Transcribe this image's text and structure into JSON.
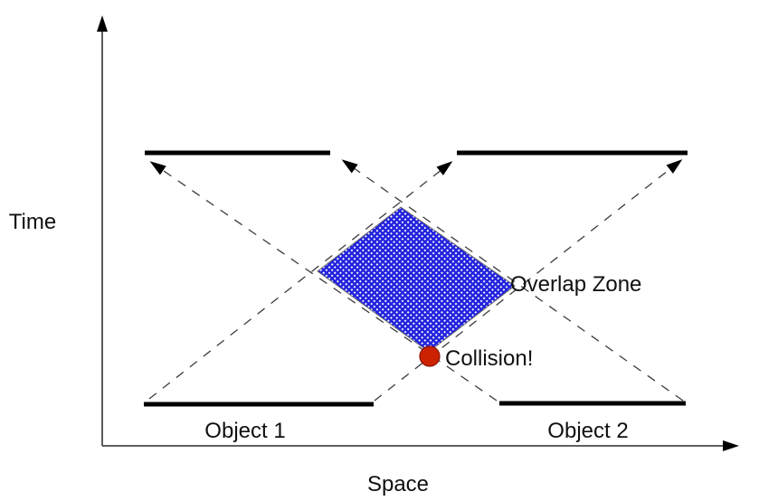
{
  "diagram": {
    "type": "space-time-collision-diagram",
    "axis": {
      "y_label": "Time",
      "x_label": "Space"
    },
    "objects": [
      {
        "label": "Object 1"
      },
      {
        "label": "Object 2"
      }
    ],
    "annotations": {
      "overlap_zone_label": "Overlap Zone",
      "collision_label": "Collision!"
    },
    "colors": {
      "overlap_hatch_blue": "#2323dd",
      "collision_dot_red": "#cc2200",
      "collision_dot_edge": "#8b1500",
      "solid_line_black": "#000000",
      "dashed_line_gray": "#3c3c3c",
      "axis_gray": "#4a4a4a"
    }
  }
}
